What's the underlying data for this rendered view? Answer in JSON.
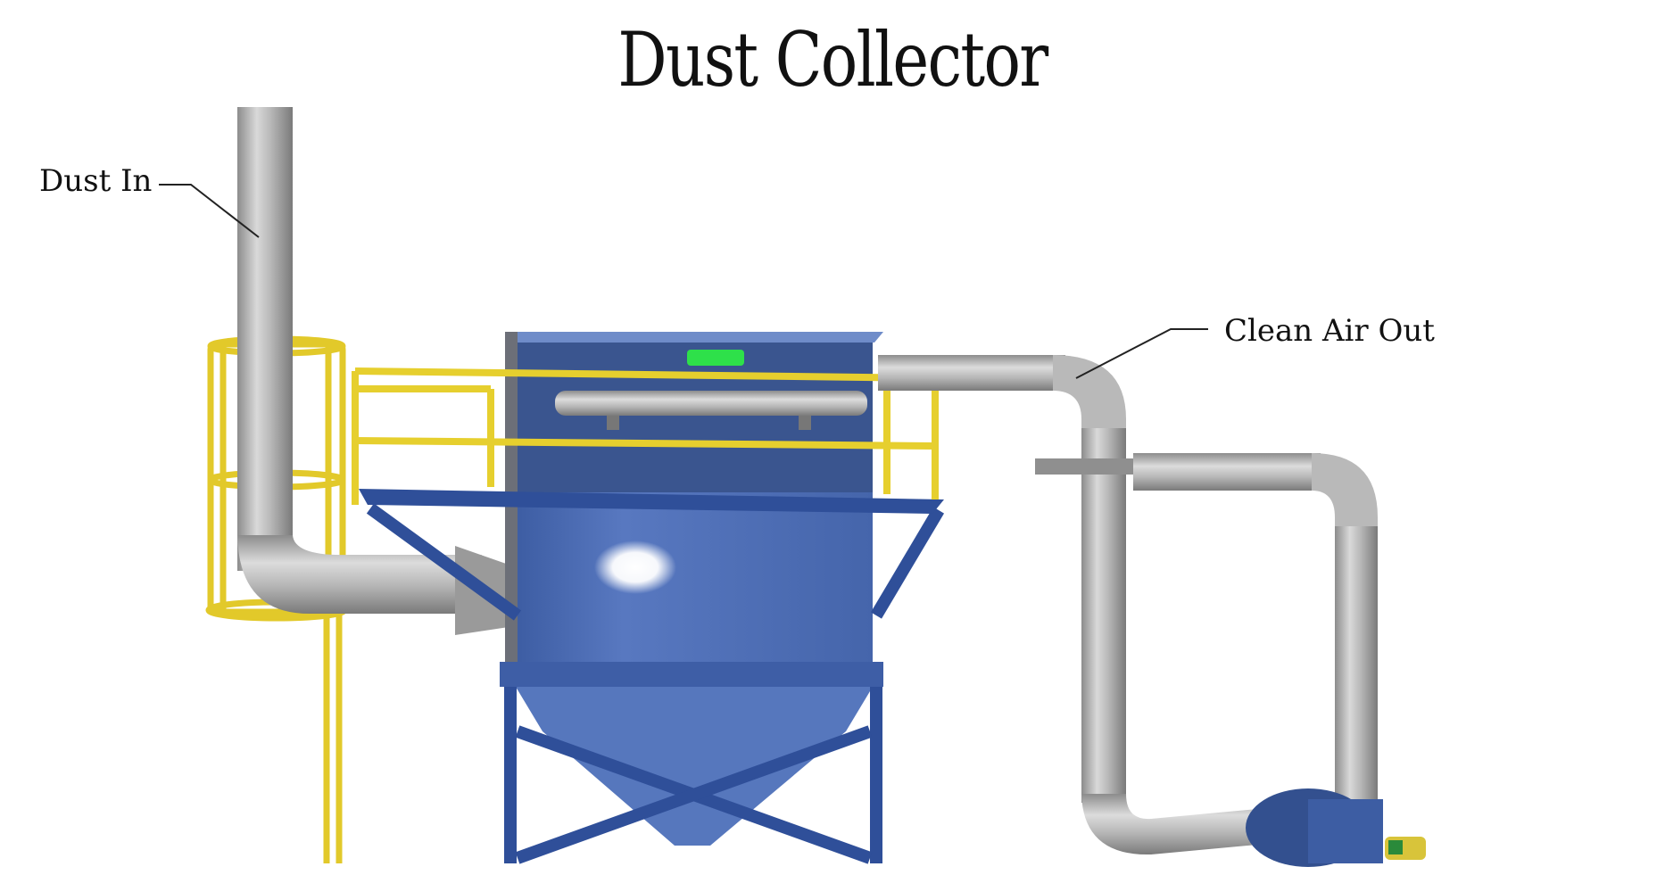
{
  "title": "Dust Collector",
  "labels": {
    "dust_in": "Dust In",
    "clean_air_out": "Clean Air Out"
  },
  "colors": {
    "background": "#ffffff",
    "duct": "#a9a9a9",
    "railing": "#e6cf2e",
    "collector_body": "#4d6fb5",
    "frame": "#2f4f99",
    "indicator": "#2ee04a"
  }
}
